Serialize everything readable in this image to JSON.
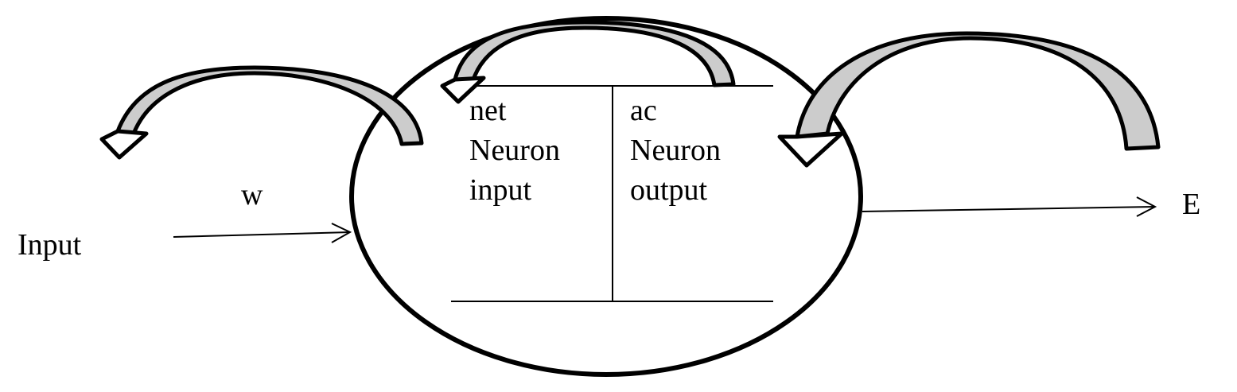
{
  "labels": {
    "input": "Input",
    "weight": "w",
    "error": "E",
    "left_column": {
      "symbol": "net",
      "line1": "Neuron",
      "line2": "input"
    },
    "right_column": {
      "symbol": "ac",
      "line1": "Neuron",
      "line2": "output"
    }
  },
  "colors": {
    "stroke": "#000000",
    "arrow_fill": "#cccccc",
    "background": "#ffffff"
  }
}
